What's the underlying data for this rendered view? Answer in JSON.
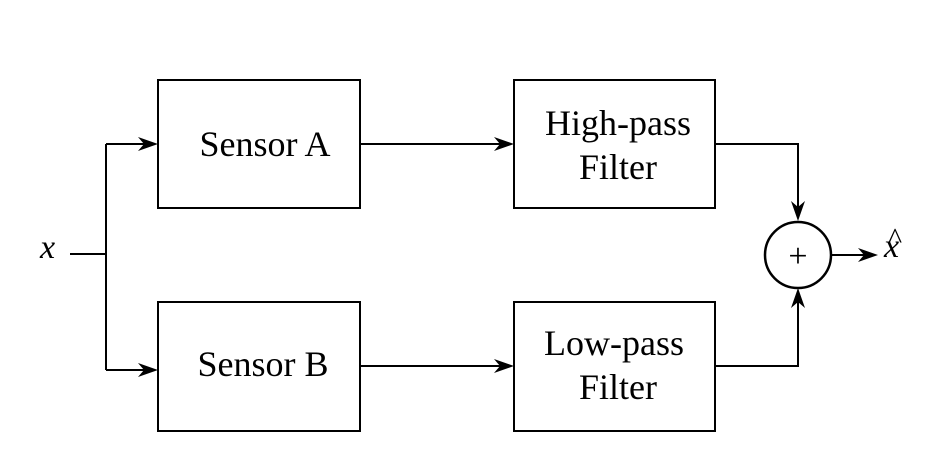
{
  "input_label": "x",
  "output_label": "x",
  "output_accent": "^",
  "sum_symbol": "+",
  "blocks": {
    "sensor_a": {
      "label": "Sensor A"
    },
    "sensor_b": {
      "label": "Sensor B"
    },
    "high_pass": {
      "line1": "High-pass",
      "line2": "Filter"
    },
    "low_pass": {
      "line1": "Low-pass",
      "line2": "Filter"
    }
  },
  "colors": {
    "stroke": "#000000",
    "background": "#ffffff"
  }
}
